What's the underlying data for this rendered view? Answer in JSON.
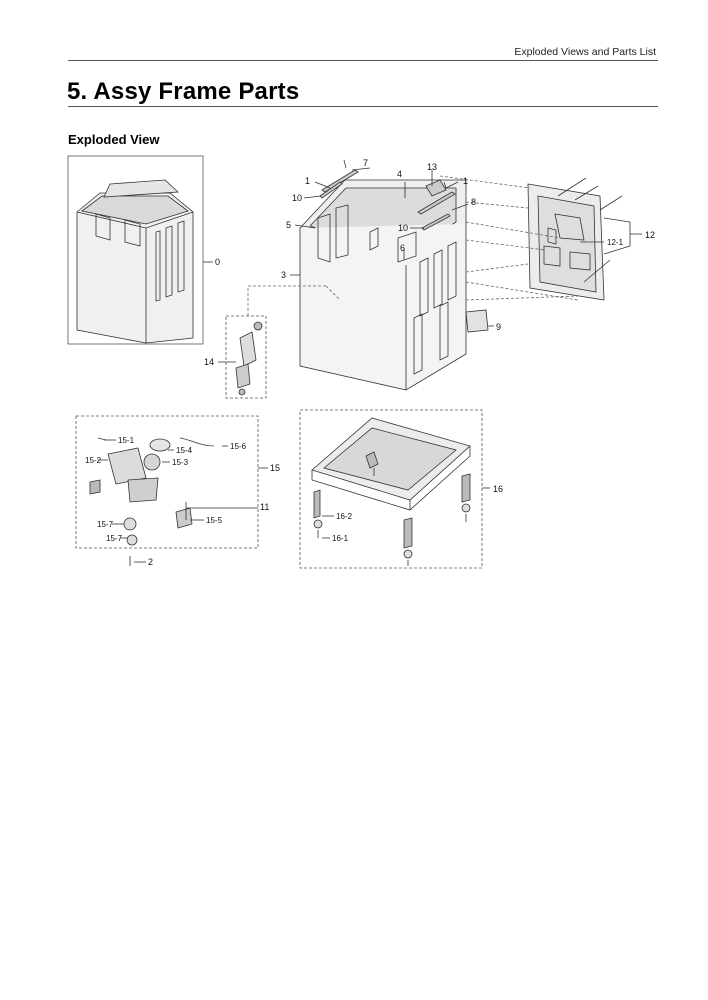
{
  "header": {
    "section_title": "Exploded Views and Parts List"
  },
  "page": {
    "title": "5.  Assy Frame Parts",
    "subtitle": "Exploded View"
  },
  "callouts": {
    "c0": "0",
    "c1a": "1",
    "c1b": "1",
    "c2": "2",
    "c3": "3",
    "c4": "4",
    "c5": "5",
    "c6": "6",
    "c7": "7",
    "c8": "8",
    "c9": "9",
    "c10a": "10",
    "c10b": "10",
    "c11": "11",
    "c12": "12",
    "c12_1": "12-1",
    "c13": "13",
    "c14": "14",
    "c15": "15",
    "c15_1": "15-1",
    "c15_2": "15-2",
    "c15_3": "15-3",
    "c15_4": "15-4",
    "c15_5": "15-5",
    "c15_6": "15-6",
    "c15_7a": "15-7",
    "c15_7b": "15-7",
    "c16": "16",
    "c16_1": "16-1",
    "c16_2": "16-2"
  }
}
